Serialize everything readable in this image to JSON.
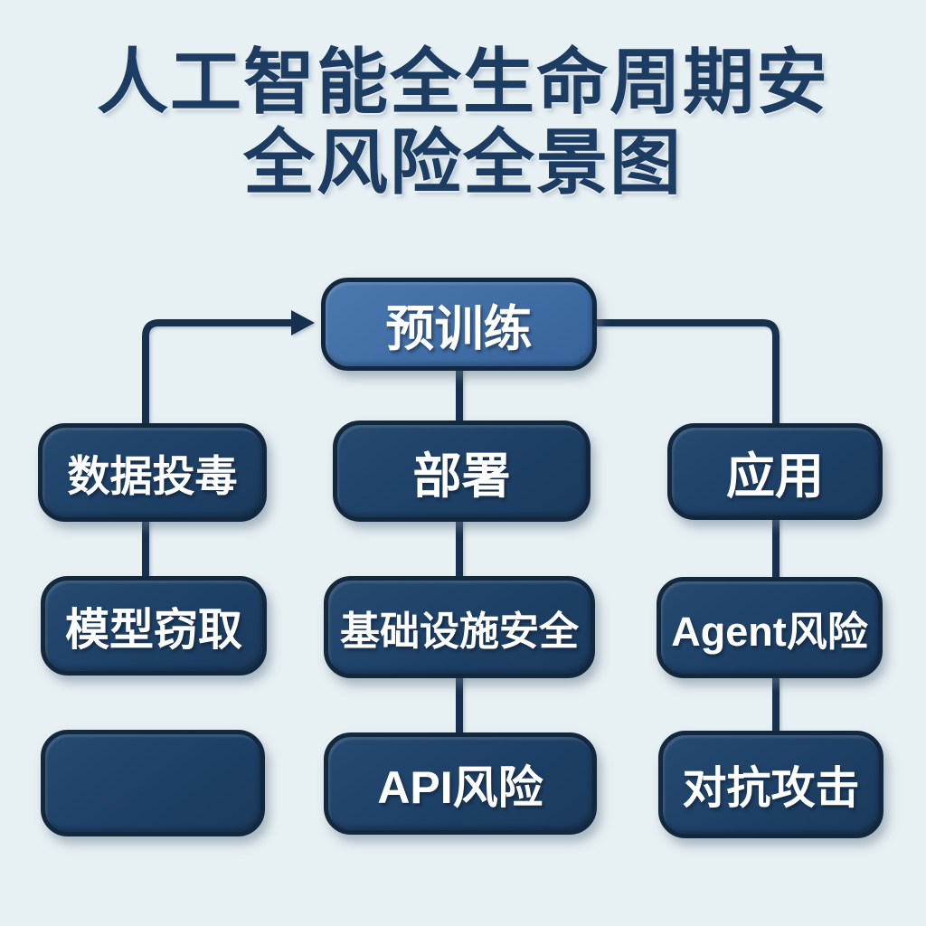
{
  "title": {
    "line1": "人工智能全生命周期安",
    "line2": "全风险全景图",
    "full": "人工智能全生命周期安全风险全景图"
  },
  "diagram": {
    "nodes": {
      "pretrain": {
        "label": "预训练",
        "style": "highlight"
      },
      "data_poisoning": {
        "label": "数据投毒"
      },
      "model_stealing": {
        "label": "模型窃取"
      },
      "empty_box": {
        "label": ""
      },
      "deployment": {
        "label": "部署"
      },
      "infrastructure_security": {
        "label": "基础设施安全"
      },
      "api_risk": {
        "label": "API风险"
      },
      "application": {
        "label": "应用"
      },
      "agent_risk": {
        "label": "Agent风险"
      },
      "adversarial_attack": {
        "label": "对抗攻击"
      }
    },
    "edges": [
      {
        "from": "data_poisoning",
        "to": "pretrain",
        "arrow": true
      },
      {
        "from": "data_poisoning",
        "to": "model_stealing",
        "arrow": false
      },
      {
        "from": "pretrain",
        "to": "deployment",
        "arrow": false
      },
      {
        "from": "deployment",
        "to": "infrastructure_security",
        "arrow": false
      },
      {
        "from": "infrastructure_security",
        "to": "api_risk",
        "arrow": false
      },
      {
        "from": "pretrain",
        "to": "application",
        "arrow": false
      },
      {
        "from": "application",
        "to": "agent_risk",
        "arrow": false
      },
      {
        "from": "agent_risk",
        "to": "adversarial_attack",
        "arrow": false
      }
    ]
  },
  "colors": {
    "background": "#e7f0f3",
    "node_dark_fill": "#1e4066",
    "node_light_fill": "#3f6da4",
    "node_border": "#12283f",
    "connector": "#16304d",
    "title_text": "#1d3c62",
    "node_text": "#ffffff"
  }
}
